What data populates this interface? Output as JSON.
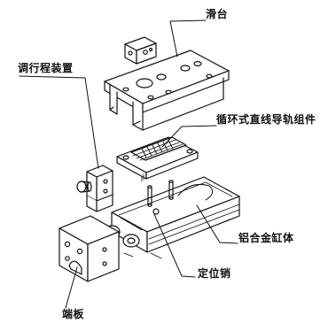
{
  "diagram": {
    "title": "",
    "callouts": {
      "slide_table": "滑台",
      "stroke_adjuster": "调行程装置",
      "guide_assembly": "循环式直线导轨组件",
      "cylinder_body": "铝合金缸体",
      "locating_pin": "定位销",
      "end_plate": "端板"
    },
    "components": [
      "slide-table",
      "stroke-adjuster-block",
      "stroke-adjuster-bracket",
      "linear-guide-assembly",
      "aluminum-cylinder-body",
      "locating-pins",
      "end-plate"
    ],
    "colors": {
      "line": "#111111",
      "background": "#ffffff"
    }
  }
}
